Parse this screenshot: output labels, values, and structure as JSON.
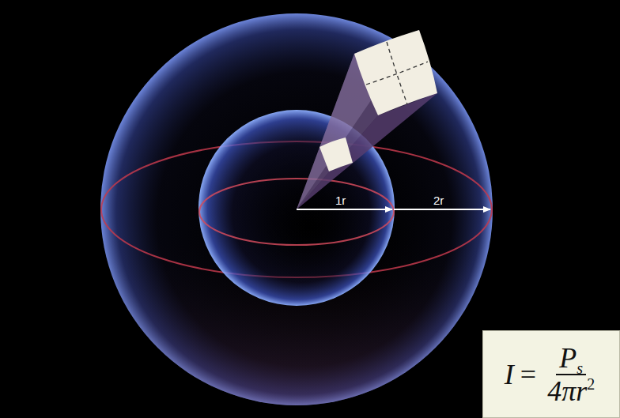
{
  "diagram": {
    "nodes": [
      {
        "text": [
          "I",
          "=",
          "P",
          "s",
          "4πr",
          "2"
        ]
      }
    ],
    "labels": [
      "1r",
      "2r"
    ]
  }
}
